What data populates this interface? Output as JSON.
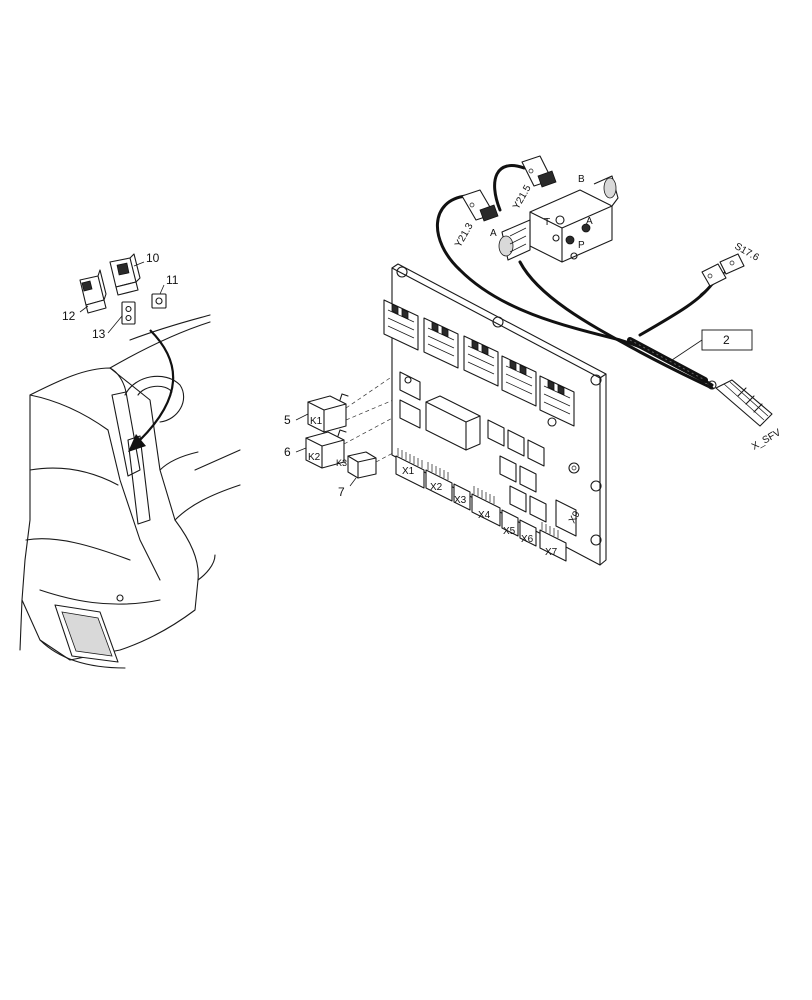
{
  "callouts": {
    "c2": "2",
    "c5": "5",
    "c6": "6",
    "c7": "7",
    "c10": "10",
    "c11": "11",
    "c12": "12",
    "c13": "13"
  },
  "relays": {
    "k1": "K1",
    "k2": "K2",
    "k3": "K3"
  },
  "connectors": {
    "x1": "X1",
    "x2": "X2",
    "x3": "X3",
    "x4": "X4",
    "x5": "X5",
    "x6": "X6",
    "x7": "X7",
    "x9": "X9"
  },
  "harness": {
    "y213": "Y21.3",
    "y215": "Y21.5",
    "s176": "S17.6",
    "xsfv": "X_SFV"
  },
  "valve_ports": {
    "a": "A",
    "b": "B",
    "p": "P",
    "t": "T"
  },
  "colors": {
    "line": "#1a1a1a",
    "background": "#ffffff",
    "wire": "#111111"
  }
}
